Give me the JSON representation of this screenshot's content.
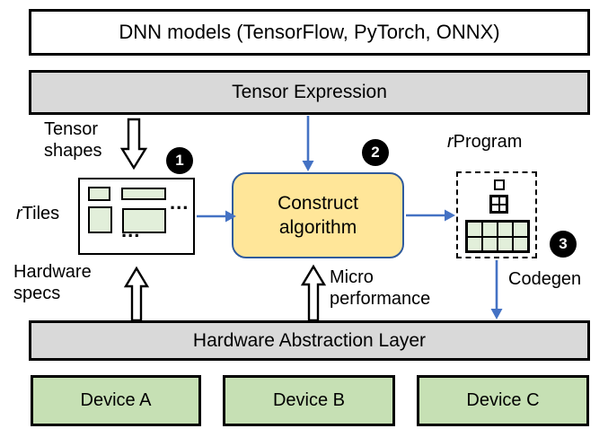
{
  "colors": {
    "layer_gray": "#d9d9d9",
    "device_green": "#c6e0b4",
    "tile_green": "#e2efda",
    "construct_fill": "#ffe699",
    "construct_border": "#2f5b9d",
    "flow_arrow_blue": "#4472c4",
    "outline_black": "#000000"
  },
  "layers": {
    "dnn_models": {
      "label": "DNN models (TensorFlow, PyTorch, ONNX)"
    },
    "tensor_expression": {
      "label": "Tensor Expression"
    },
    "hardware_abstraction_layer": {
      "label": "Hardware Abstraction Layer"
    },
    "devices": [
      {
        "label": "Device A"
      },
      {
        "label": "Device B"
      },
      {
        "label": "Device C"
      }
    ]
  },
  "nodes": {
    "rtiles": {
      "prefix": "r",
      "name": "Tiles",
      "ellipsis_right": "...",
      "ellipsis_bottom": "..."
    },
    "construct_algorithm": {
      "line1": "Construct",
      "line2": "algorithm"
    },
    "rprogram": {
      "prefix": "r",
      "name": "Program"
    }
  },
  "labels": {
    "tensor_shapes": {
      "line1": "Tensor",
      "line2": "shapes"
    },
    "hardware_specs": {
      "line1": "Hardware",
      "line2": "specs"
    },
    "micro_performance": {
      "line1": "Micro",
      "line2": "performance"
    },
    "codegen": "Codegen"
  },
  "steps": [
    {
      "number": "1"
    },
    {
      "number": "2"
    },
    {
      "number": "3"
    }
  ]
}
